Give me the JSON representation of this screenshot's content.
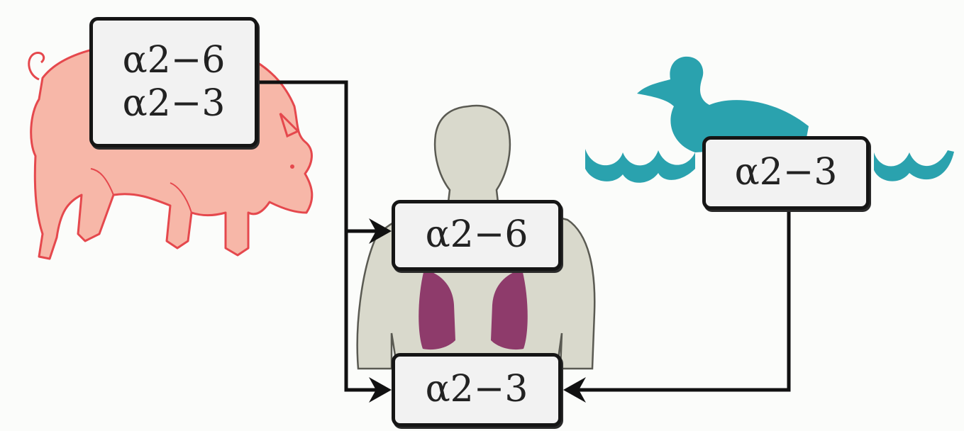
{
  "pig_receptors": [
    "α2−6",
    "α2−3"
  ],
  "human_upper_airway_receptor": "α2−6",
  "human_lower_airway_receptor": "α2−3",
  "duck_receptor": "α2−3",
  "colors": {
    "pig_outline": "#e5484d",
    "pig_fill": "#f7b7a8",
    "human_body": "#d9d9cc",
    "lungs": "#8e3b6b",
    "duck_and_water": "#2aa2ae",
    "arrows": "#111111"
  }
}
